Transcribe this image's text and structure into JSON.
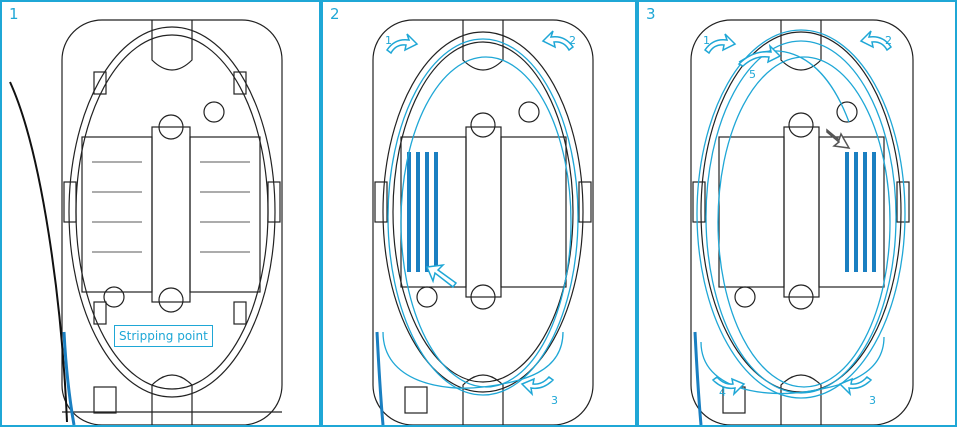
{
  "panels": [
    {
      "number": "1",
      "callout": "Stripping point"
    },
    {
      "number": "2",
      "step_labels": [
        "1",
        "2",
        "3"
      ]
    },
    {
      "number": "3",
      "step_labels": [
        "1",
        "2",
        "3",
        "4",
        "5"
      ]
    }
  ],
  "colors": {
    "accent": "#1fa7d6",
    "fiber_blue": "#1a7fc1",
    "line": "#222222"
  }
}
